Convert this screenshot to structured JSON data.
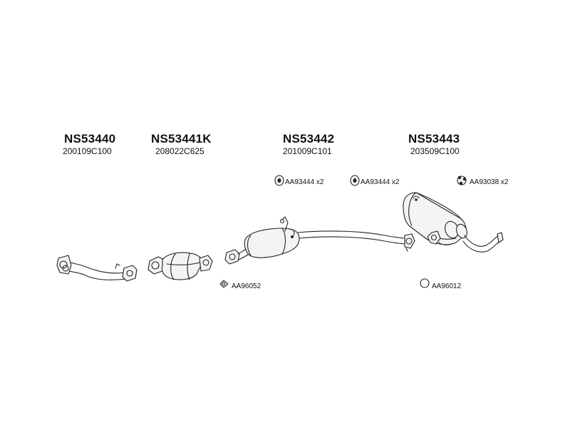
{
  "parts": [
    {
      "id": "part-1",
      "number": "NS53440",
      "code": "200109C100"
    },
    {
      "id": "part-2",
      "number": "NS53441K",
      "code": "208022C625"
    },
    {
      "id": "part-3",
      "number": "NS53442",
      "code": "201009C101"
    },
    {
      "id": "part-4",
      "number": "NS53443",
      "code": "203509C100"
    }
  ],
  "accessories": [
    {
      "label": "AA93444 x2",
      "icon": "rubber-hanger-icon"
    },
    {
      "label": "AA93444 x2",
      "icon": "rubber-hanger-icon"
    },
    {
      "label": "AA93038  x2",
      "icon": "mounting-bracket-icon"
    },
    {
      "label": "AA96052",
      "icon": "gasket-icon"
    },
    {
      "label": "AA96012",
      "icon": "ring-gasket-icon"
    }
  ]
}
